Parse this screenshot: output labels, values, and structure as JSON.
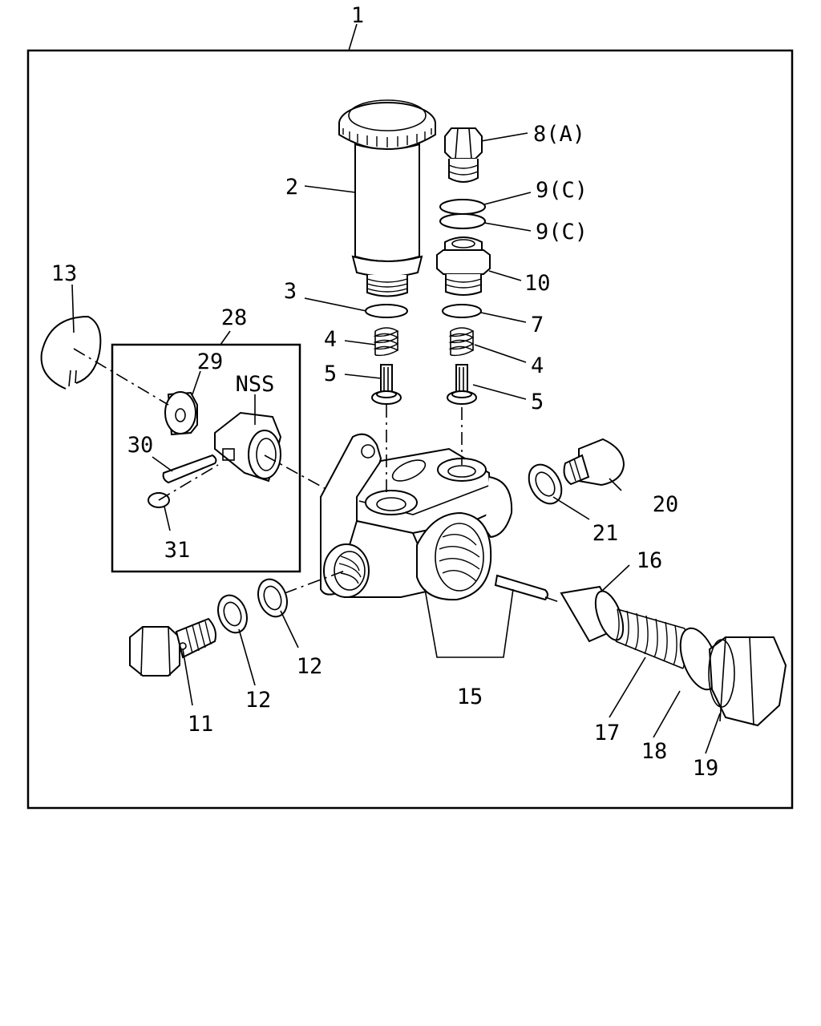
{
  "diagram": {
    "callouts": {
      "c1": "1",
      "c2": "2",
      "c3": "3",
      "c4a": "4",
      "c4b": "4",
      "c5a": "5",
      "c5b": "5",
      "c7": "7",
      "c8": "8(A)",
      "c9a": "9(C)",
      "c9b": "9(C)",
      "c10": "10",
      "c11": "11",
      "c12a": "12",
      "c12b": "12",
      "c13": "13",
      "c15": "15",
      "c16": "16",
      "c17": "17",
      "c18": "18",
      "c19": "19",
      "c20": "20",
      "c21": "21",
      "c28": "28",
      "c29": "29",
      "c30": "30",
      "c31": "31",
      "nss": "NSS"
    }
  }
}
